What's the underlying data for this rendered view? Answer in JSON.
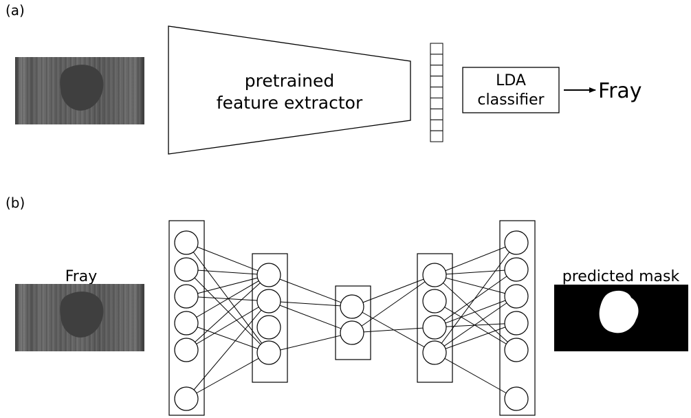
{
  "panel_a": {
    "label": "(a)",
    "extractor_text": [
      "pretrained",
      "feature extractor"
    ],
    "classifier_text": [
      "LDA",
      "classifier"
    ],
    "output_label": "Fray"
  },
  "panel_b": {
    "label": "(b)",
    "input_label": "Fray",
    "output_label": "predicted mask"
  }
}
